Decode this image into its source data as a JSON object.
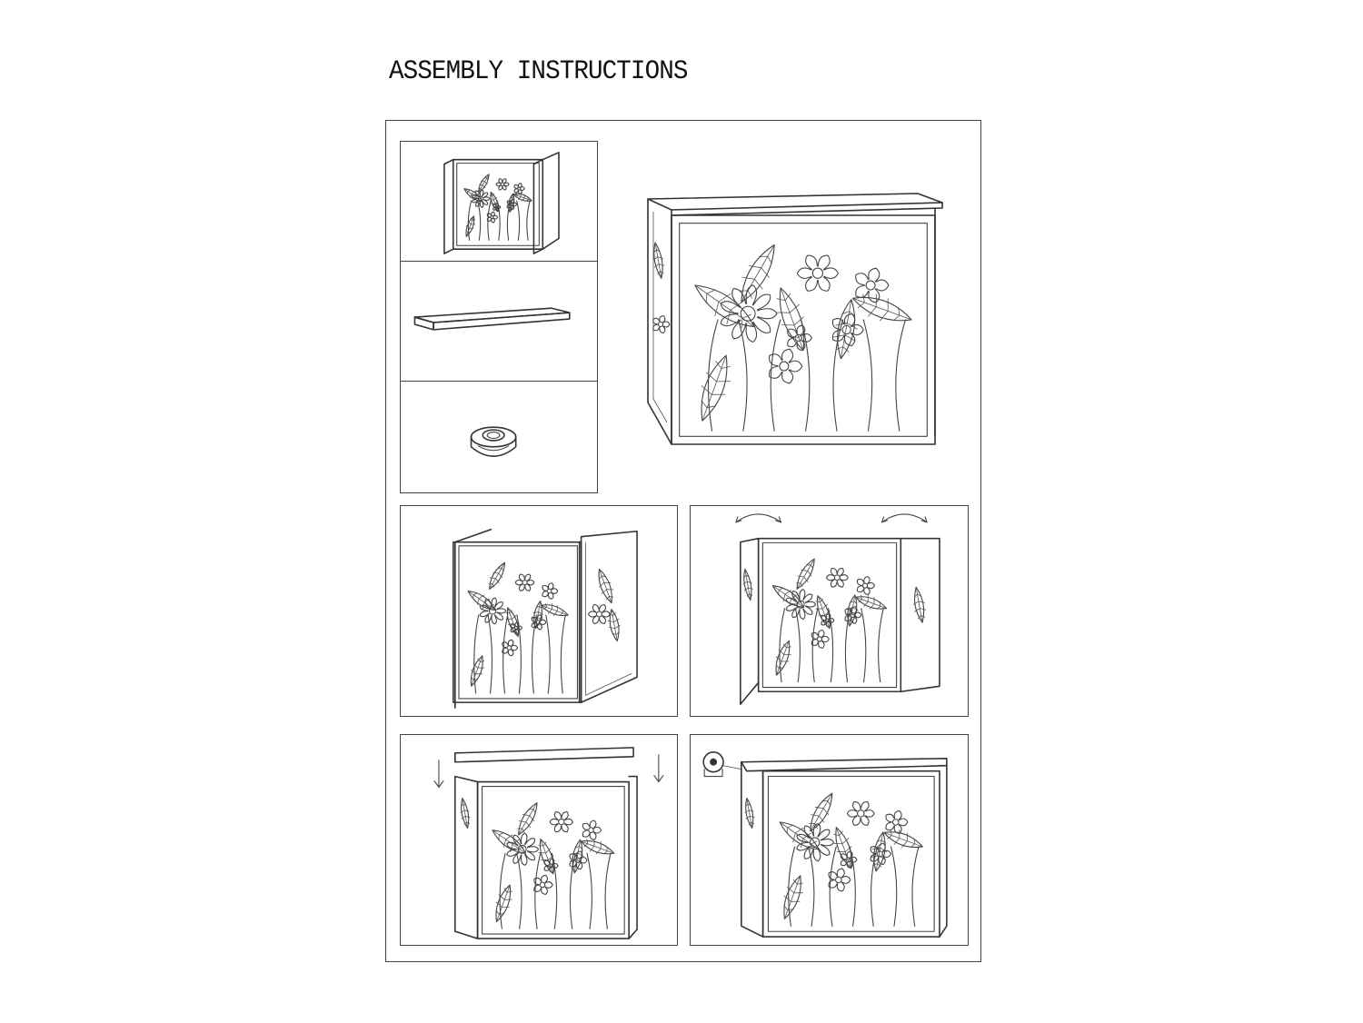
{
  "document": {
    "title": "ASSEMBLY INSTRUCTIONS"
  },
  "parts": [
    {
      "name": "side-frame-panel",
      "icon": "folding-frame-icon"
    },
    {
      "name": "top-board",
      "icon": "board-icon"
    },
    {
      "name": "foot-pad",
      "icon": "foot-pad-icon"
    }
  ],
  "steps": [
    {
      "name": "unfold-frame",
      "icon": "folding-frame-icon"
    },
    {
      "name": "open-side-panels",
      "icon": "curved-arrow-icon"
    },
    {
      "name": "place-top-board",
      "icon": "down-arrow-icon"
    },
    {
      "name": "attach-foot-pads",
      "icon": "foot-pad-icon"
    }
  ],
  "colors": {
    "line": "#333333",
    "border": "#444444",
    "background": "#ffffff"
  }
}
